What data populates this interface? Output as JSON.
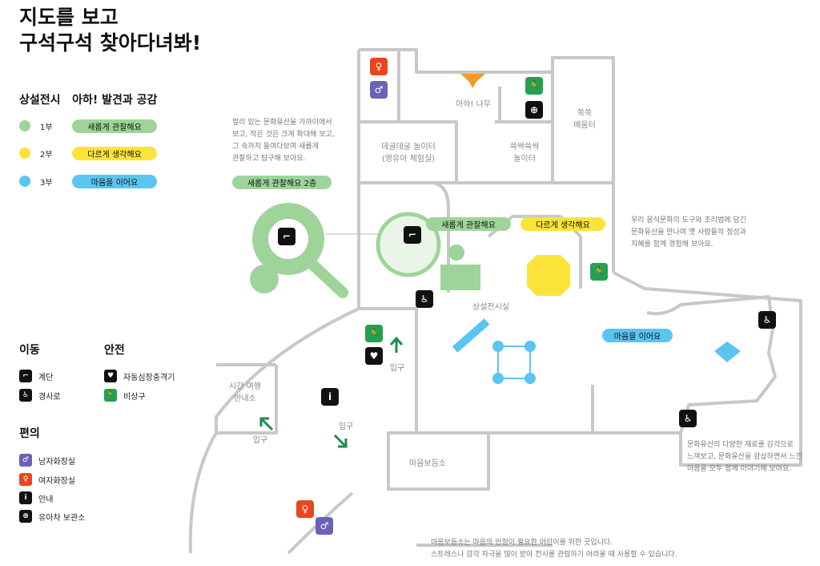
{
  "title_line1": "지도를 보고",
  "title_line2": "구석구석 찾아다녀봐!",
  "exhibit_heading": "상설전시   아하! 발견과 공감",
  "floors": [
    {
      "label": "1부",
      "theme": "새롭게 관찰해요",
      "color": "#9ed49a"
    },
    {
      "label": "2부",
      "theme": "다르게 생각해요",
      "color": "#fbe33a"
    },
    {
      "label": "3부",
      "theme": "마음을 이어요",
      "color": "#5bc4f0"
    }
  ],
  "legend": {
    "move_heading": "이동",
    "safety_heading": "안전",
    "convenience_heading": "편의",
    "stairs": "계단",
    "ramp": "경사로",
    "aed": "자동심장충격기",
    "exit": "비상구",
    "mens_restroom": "남자화장실",
    "womens_restroom": "여자화장실",
    "info": "안내",
    "stroller": "유아차 보관소"
  },
  "map": {
    "notes": {
      "magnify": [
        "멀리 있는 문화유산을 가까이에서",
        "보고, 작은 것은 크게 확대해 보고,",
        "그 속까지 들여다보며 새롭게",
        "관찰하고 탐구해 보아요."
      ],
      "food": [
        "우리 음식문화의 도구와 조리법에 담긴",
        "문화유산을 만나며 옛 사람들의 정성과",
        "지혜를 함께 경험해 보아요."
      ],
      "heart": [
        "문화유산의 다양한 재료를 감각으로",
        "느껴보고, 문화유산을 감상하면서 느낀",
        "마음을 모두 함께 이야기해 보아요."
      ],
      "calm": [
        "마음보듬소는 마음의 안정이 필요한 어린이를 위한 곳입니다.",
        "스트레스나 감각 자극을 많이 받아 전시를 관람하기 어려울 때 사용할 수 있습니다."
      ]
    },
    "pills": {
      "observe_2f": "새롭게 관찰해요 2층",
      "observe": "새롭게 관찰해요",
      "think": "다르게 생각해요",
      "connect": "마음을 이어요"
    },
    "rooms": {
      "aha_tree": "아하! 나무",
      "play_area": [
        "데굴데굴 놀이터",
        "(영유아 체험실)"
      ],
      "swish_play": [
        "쓱싹쓱싹",
        "놀이터"
      ],
      "swish_ground": [
        "쑥쑥",
        "배움터"
      ],
      "main_hall": "상설전시실",
      "time_travel": [
        "시간 여행",
        "안내소"
      ],
      "calm_room": "마음보듬소",
      "entrance": "입구"
    }
  }
}
